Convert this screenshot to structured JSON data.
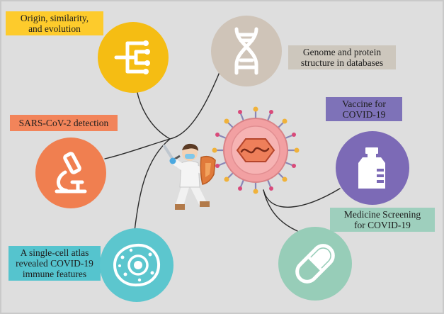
{
  "labels": {
    "origin": "Origin, similarity,\nand evolution",
    "genome": "Genome and protein\nstructure in databases",
    "detection": "SARS-CoV-2 detection",
    "vaccine": "Vaccine for\nCOVID-19",
    "medicine": "Medicine Screening\nfor COVID-19",
    "atlas": "A single-cell atlas\nrevealed COVID-19\nimmune features"
  },
  "colors": {
    "background": "#dedede",
    "origin_circle": "#f5bd13",
    "origin_label": "#fdcb2c",
    "genome_circle": "#cfc4b8",
    "genome_label": "#cdc7bd",
    "detection_circle": "#f07f50",
    "detection_label": "#f2845a",
    "vaccine_circle": "#7c6ab6",
    "vaccine_label": "#7e72b8",
    "medicine_circle": "#97cdb8",
    "medicine_label": "#9ecfbd",
    "atlas_circle": "#5cc6ce",
    "atlas_label": "#55c4ce",
    "virus": "#f2a0a2",
    "doctor_suit": "#f4f4f4",
    "shield": "#e07a3a"
  },
  "icons": {
    "origin": "phylogenetic-tree-icon",
    "genome": "dna-helix-icon",
    "detection": "microscope-icon",
    "vaccine": "vaccine-vial-icon",
    "medicine": "capsule-icon",
    "atlas": "cell-icon"
  }
}
